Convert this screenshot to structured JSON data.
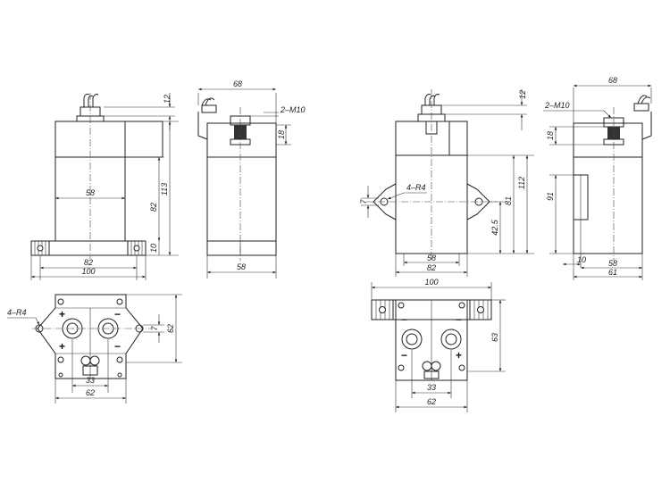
{
  "diagram": {
    "dimensions": [
      {
        "id": "d-12-left",
        "text": "12"
      },
      {
        "id": "d-113",
        "text": "113"
      },
      {
        "id": "d-82-left-vert",
        "text": "82"
      },
      {
        "id": "d-10-left-vert",
        "text": "10"
      },
      {
        "id": "d-58-left",
        "text": "58"
      },
      {
        "id": "d-82-left-horiz",
        "text": "82"
      },
      {
        "id": "d-100-left",
        "text": "100"
      },
      {
        "id": "d-68-left-side",
        "text": "68"
      },
      {
        "id": "d-2m10-left",
        "text": "2–M10"
      },
      {
        "id": "d-18-left-side",
        "text": "18"
      },
      {
        "id": "d-58-left-side",
        "text": "58"
      },
      {
        "id": "d-4r4-left-bottom",
        "text": "4–R4"
      },
      {
        "id": "d-7-left-bottom",
        "text": "7"
      },
      {
        "id": "d-62-left-bottom-vert",
        "text": "62"
      },
      {
        "id": "d-33-left-bottom",
        "text": "33"
      },
      {
        "id": "d-62-left-bottom-horiz",
        "text": "62"
      },
      {
        "id": "d-12-right",
        "text": "12"
      },
      {
        "id": "d-7-right",
        "text": "7"
      },
      {
        "id": "d-4r4-right",
        "text": "4–R4"
      },
      {
        "id": "d-112",
        "text": "112"
      },
      {
        "id": "d-81",
        "text": "81"
      },
      {
        "id": "d-42-5",
        "text": "42.5"
      },
      {
        "id": "d-58-right",
        "text": "58"
      },
      {
        "id": "d-82-right",
        "text": "82"
      },
      {
        "id": "d-68-right-side",
        "text": "68"
      },
      {
        "id": "d-2m10-right",
        "text": "2–M10"
      },
      {
        "id": "d-18-right-side",
        "text": "18"
      },
      {
        "id": "d-91",
        "text": "91"
      },
      {
        "id": "d-10-right-side",
        "text": "10"
      },
      {
        "id": "d-58-right-side",
        "text": "58"
      },
      {
        "id": "d-61",
        "text": "61"
      },
      {
        "id": "d-100-right-bottom",
        "text": "100"
      },
      {
        "id": "d-63",
        "text": "63"
      },
      {
        "id": "d-33-right-bottom",
        "text": "33"
      },
      {
        "id": "d-62-right-bottom",
        "text": "62"
      }
    ],
    "symbols": [
      {
        "id": "s-plus-l1",
        "text": "+"
      },
      {
        "id": "s-minus-l1",
        "text": "−"
      },
      {
        "id": "s-plus-l2",
        "text": "+"
      },
      {
        "id": "s-minus-l2",
        "text": "−"
      },
      {
        "id": "s-minus-r1",
        "text": "−"
      },
      {
        "id": "s-minus-r2",
        "text": "−"
      },
      {
        "id": "s-minus-r3",
        "text": "−"
      },
      {
        "id": "s-plus-r4",
        "text": "+"
      }
    ]
  }
}
